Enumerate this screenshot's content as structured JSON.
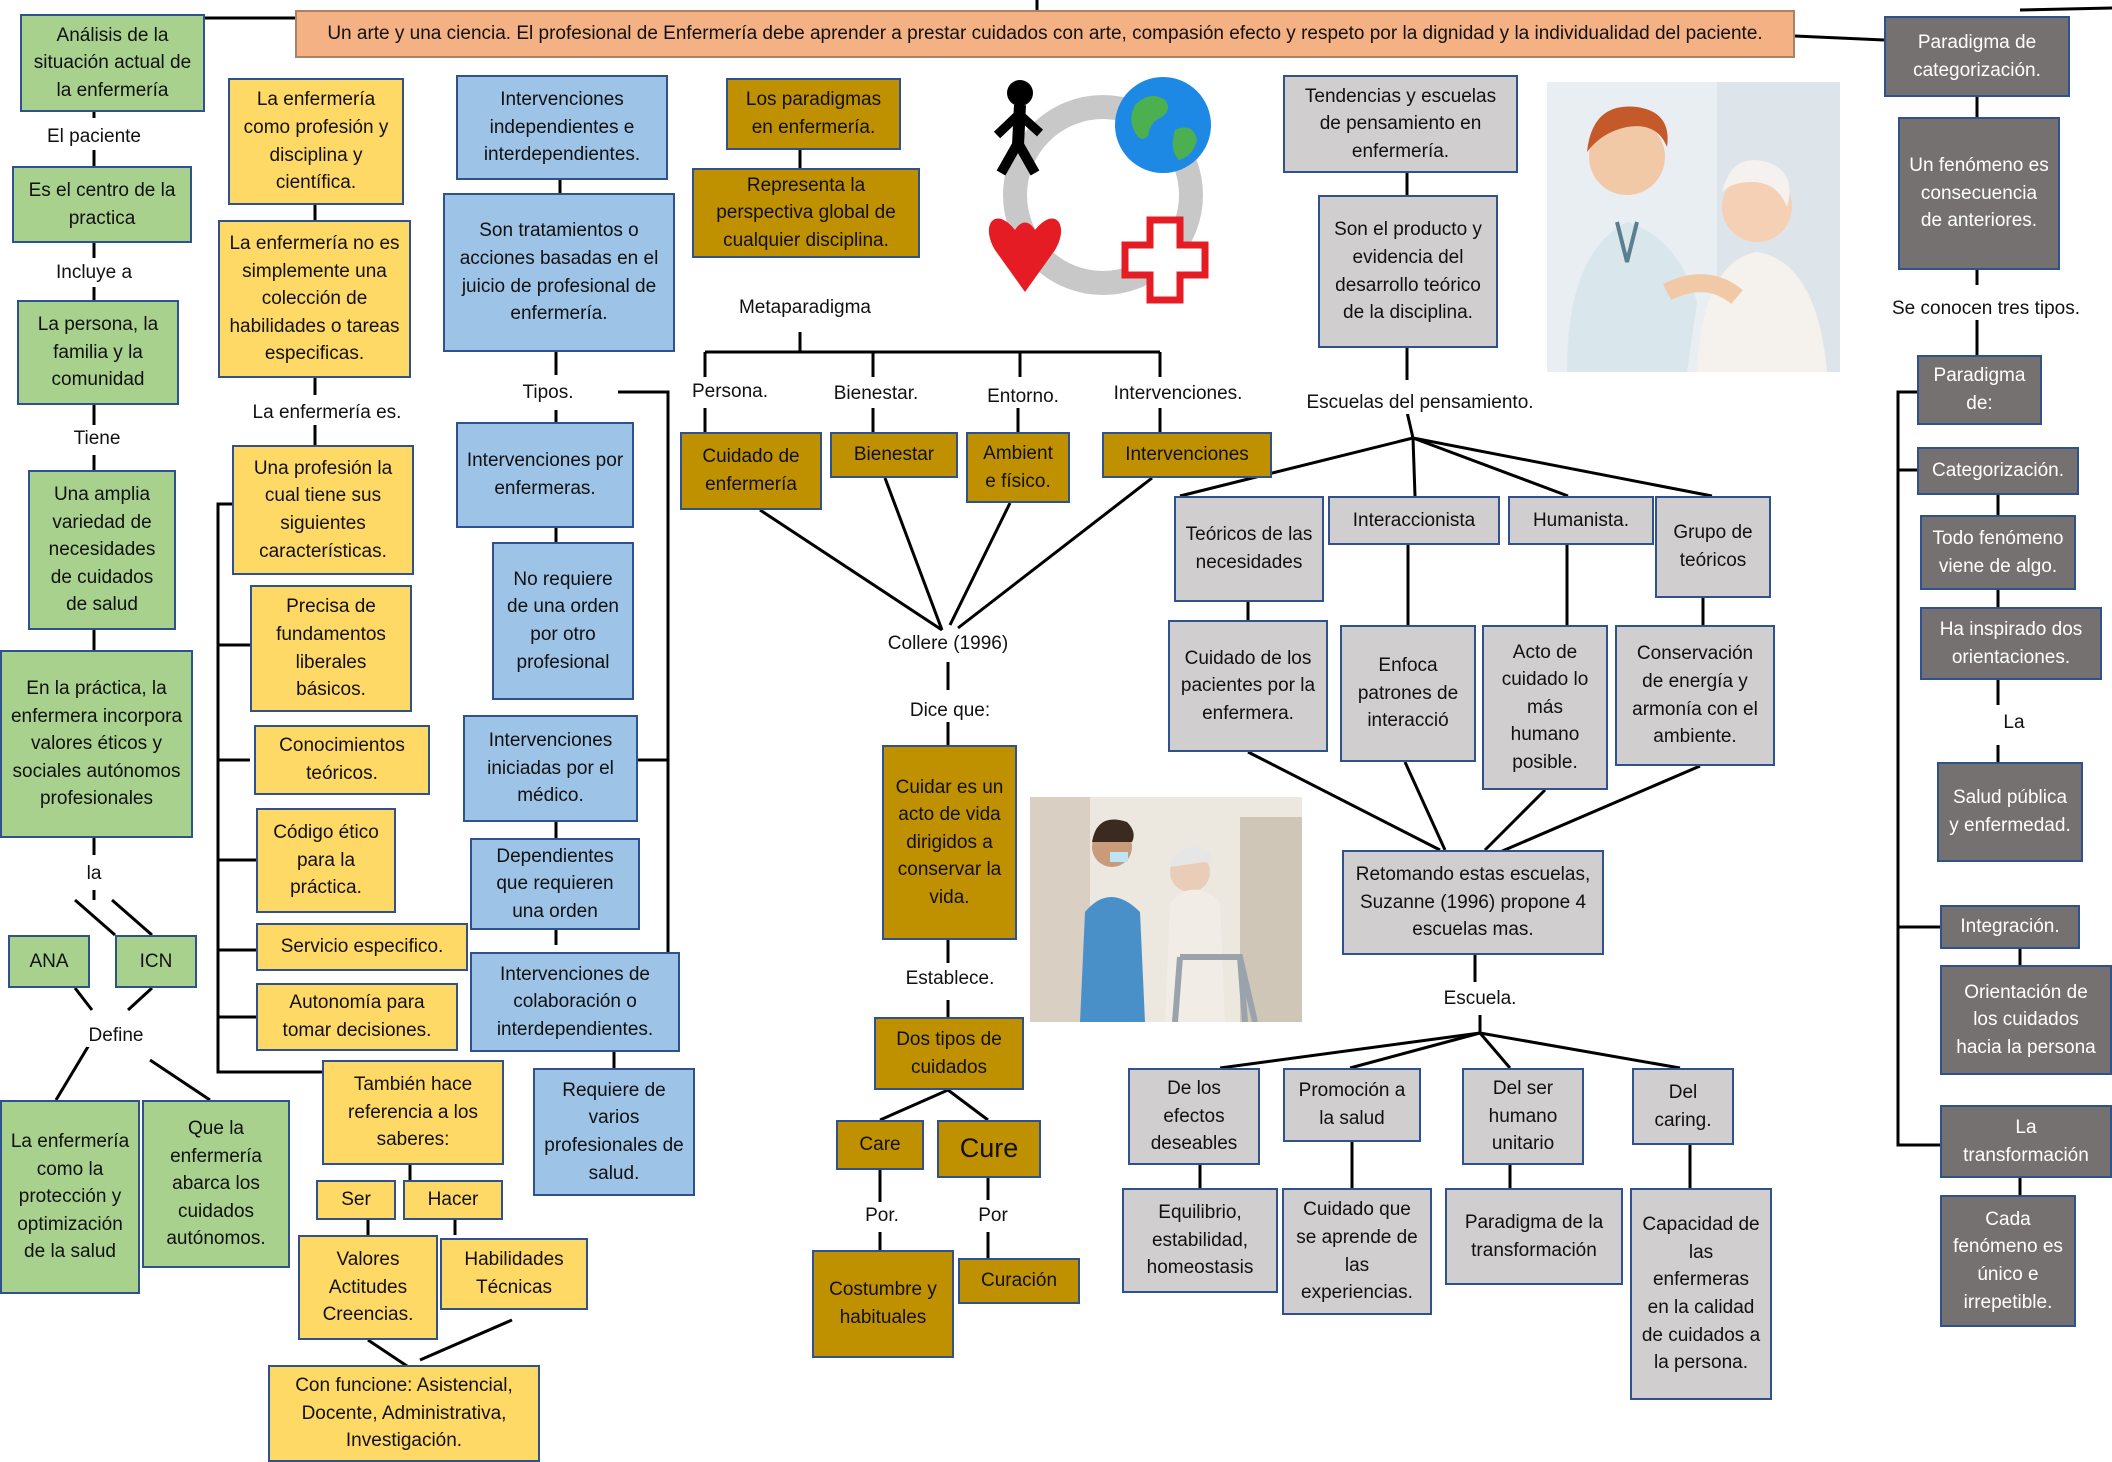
{
  "title": "Un arte y una ciencia. El profesional de Enfermería debe aprender a prestar cuidados con arte, compasión efecto y respeto por la dignidad y la individualidad del paciente.",
  "col1": {
    "b1": "Análisis de la situación actual de la enfermería",
    "l1": "El paciente",
    "b2": "Es el centro de la practica",
    "l2": "Incluye a",
    "b3": "La persona, la familia y la comunidad",
    "l3": "Tiene",
    "b4": "Una amplia variedad de necesidades de cuidados de salud",
    "b5": "En la práctica, la enfermera incorpora valores éticos y sociales autónomos profesionales",
    "l4": "la",
    "ana": "ANA",
    "icn": "ICN",
    "l5": "Define",
    "b6": "La enfermería como la protección y optimización de la salud",
    "b7": "Que la enfermería abarca los cuidados autónomos."
  },
  "col2": {
    "b1": "La enfermería como profesión y disciplina y científica.",
    "b2": "La enfermería no es simplemente una colección de habilidades o tareas especificas.",
    "l1": "La enfermería es.",
    "b3": "Una profesión la cual tiene sus siguientes características.",
    "b4": "Precisa de fundamentos liberales básicos.",
    "b5": "Conocimientos teóricos.",
    "b6": "Código ético para la práctica.",
    "b7": "Servicio especifico.",
    "b8": "Autonomía para tomar decisiones.",
    "b9": "También hace referencia a los saberes:",
    "ser": "Ser",
    "hacer": "Hacer",
    "b10": "Valores Actitudes Creencias.",
    "b11": "Habilidades Técnicas",
    "b12": "Con funcione: Asistencial, Docente, Administrativa, Investigación."
  },
  "col3": {
    "b1": "Intervenciones independientes e interdependientes.",
    "b2": "Son tratamientos o acciones basadas en el juicio de profesional de enfermería.",
    "l1": "Tipos.",
    "b3": "Intervenciones por enfermeras.",
    "b4": "No requiere de una orden por otro profesional",
    "b5": "Intervenciones iniciadas por el médico.",
    "b6": "Dependientes que requieren una orden",
    "b7": "Intervenciones de colaboración o interdependientes.",
    "b8": "Requiere de varios profesionales de salud."
  },
  "col4": {
    "b1": "Los paradigmas en enfermería.",
    "b2": "Representa la perspectiva global de cualquier disciplina.",
    "l1": "Metaparadigma",
    "h1": "Persona.",
    "h2": "Bienestar.",
    "h3": "Entorno.",
    "h4": "Intervenciones.",
    "c1": "Cuidado de enfermería",
    "c2": "Bienestar",
    "c3": "Ambient e físico.",
    "c4": "Intervenciones",
    "l2": "Collere (1996)",
    "l3": "Dice que:",
    "b3": "Cuidar es un acto de vida dirigidos a conservar la vida.",
    "l4": "Establece.",
    "b4": "Dos tipos de cuidados",
    "care": "Care",
    "cure": "Cure",
    "por1": "Por.",
    "por2": "Por",
    "b5": "Costumbre y habituales",
    "b6": "Curación"
  },
  "col5": {
    "b1": "Tendencias y escuelas de pensamiento en enfermería.",
    "b2": "Son el producto y evidencia del desarrollo teórico de la disciplina.",
    "l1": "Escuelas del pensamiento.",
    "s1": "Teóricos de las necesidades",
    "s2": "Interaccionista",
    "s3": "Humanista.",
    "s4": "Grupo de teóricos",
    "d1": "Cuidado de los pacientes por la enfermera.",
    "d2": "Enfoca patrones de interacció",
    "d3": "Acto de cuidado lo más humano posible.",
    "d4": "Conservación de energía y armonía con el ambiente.",
    "b3": "Retomando estas escuelas, Suzanne (1996) propone 4 escuelas mas.",
    "l2": "Escuela.",
    "e1": "De los efectos deseables",
    "e2": "Promoción a la salud",
    "e3": "Del ser humano unitario",
    "e4": "Del caring.",
    "f1": "Equilibrio, estabilidad, homeostasis",
    "f2": "Cuidado que se aprende de las experiencias.",
    "f3": "Paradigma de la transformación",
    "f4": "Capacidad de las enfermeras en la calidad de cuidados a la persona."
  },
  "col6": {
    "b1": "Paradigma de categorización.",
    "b2": "Un fenómeno es consecuencia de anteriores.",
    "l1": "Se conocen tres tipos.",
    "b3": "Paradigma de:",
    "b4": "Categorización.",
    "b5": "Todo fenómeno viene de algo.",
    "b6": "Ha inspirado dos orientaciones.",
    "l2": "La",
    "b7": "Salud pública y enfermedad.",
    "b8": "Integración.",
    "b9": "Orientación de los cuidados hacia la persona",
    "b10": "La transformación",
    "b11": "Cada fenómeno es único e irrepetible."
  },
  "icons": [
    "person-icon",
    "globe-icon",
    "heart-icon",
    "red-cross-icon"
  ],
  "colors": {
    "green": "#a9d18e",
    "yellow": "#ffd966",
    "blue": "#9dc3e6",
    "gold": "#bf9000",
    "gray": "#d0cece",
    "dark_gray": "#767171",
    "salmon": "#f4b183",
    "border": "#2f528f"
  }
}
